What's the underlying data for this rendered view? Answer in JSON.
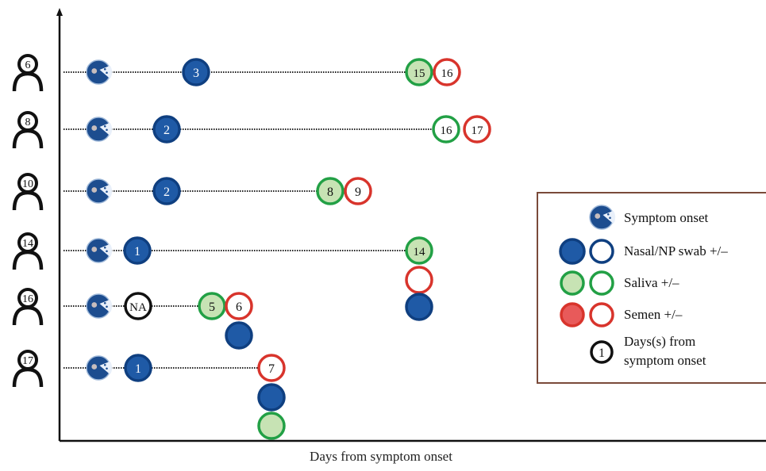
{
  "axis": {
    "xlabel": "Days from symptom onset"
  },
  "patients": [
    {
      "id": "6",
      "onset": true,
      "events": [
        {
          "type": "nasal",
          "result": "pos",
          "day": "3"
        },
        {
          "type": "saliva",
          "result": "pos",
          "day": "15"
        },
        {
          "type": "semen",
          "result": "neg",
          "day": "16"
        }
      ]
    },
    {
      "id": "8",
      "onset": true,
      "events": [
        {
          "type": "nasal",
          "result": "pos",
          "day": "2"
        },
        {
          "type": "saliva",
          "result": "neg",
          "day": "16"
        },
        {
          "type": "semen",
          "result": "neg",
          "day": "17"
        }
      ]
    },
    {
      "id": "10",
      "onset": true,
      "events": [
        {
          "type": "nasal",
          "result": "pos",
          "day": "2"
        },
        {
          "type": "saliva",
          "result": "pos",
          "day": "8"
        },
        {
          "type": "semen",
          "result": "neg",
          "day": "9"
        }
      ]
    },
    {
      "id": "14",
      "onset": true,
      "events": [
        {
          "type": "nasal",
          "result": "pos",
          "day": "1"
        },
        {
          "type": "saliva",
          "result": "pos",
          "day": "14"
        },
        {
          "type": "semen",
          "result": "neg",
          "day": ""
        },
        {
          "type": "nasal",
          "result": "pos",
          "day": ""
        }
      ]
    },
    {
      "id": "16",
      "onset": true,
      "events": [
        {
          "type": "day-only",
          "result": "neg",
          "day": "NA"
        },
        {
          "type": "saliva",
          "result": "pos",
          "day": "5"
        },
        {
          "type": "semen",
          "result": "neg",
          "day": "6"
        },
        {
          "type": "nasal",
          "result": "pos",
          "day": ""
        }
      ]
    },
    {
      "id": "17",
      "onset": true,
      "events": [
        {
          "type": "nasal",
          "result": "pos",
          "day": "1"
        },
        {
          "type": "semen",
          "result": "neg",
          "day": "7"
        },
        {
          "type": "nasal",
          "result": "pos",
          "day": ""
        },
        {
          "type": "saliva",
          "result": "pos",
          "day": ""
        }
      ]
    }
  ],
  "legend": {
    "symptom_onset": "Symptom onset",
    "nasal": "Nasal/NP swab +/–",
    "saliva": "Saliva +/–",
    "semen": "Semen +/–",
    "days_line1": "Days(s) from",
    "days_line2": "symptom onset",
    "days_example": "1"
  },
  "colors": {
    "nasal_fill": "#1f5aa6",
    "nasal_stroke": "#0f3f80",
    "saliva_fill": "#c7e3b4",
    "saliva_stroke": "#22a045",
    "semen_fill": "#e85a5a",
    "semen_stroke": "#d8342c",
    "day_stroke": "#111111",
    "onset": "#1d4d8f"
  }
}
